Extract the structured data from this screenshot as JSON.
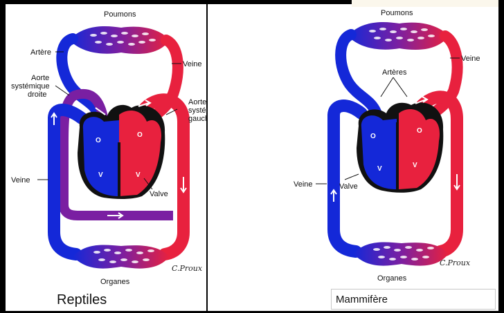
{
  "colors": {
    "oxygenated": "#e8213e",
    "deoxygenated": "#1428d8",
    "mixed": "#7a1fa2",
    "background": "#000000"
  },
  "reptile": {
    "caption": "Reptiles",
    "labels": {
      "lungs": "Poumons",
      "artery": "Artère",
      "right_aorta": [
        "Aorte",
        "systémique",
        "droite"
      ],
      "vein_top": "Veine",
      "left_aorta": [
        "Aorte",
        "systémique",
        "gauche"
      ],
      "vein_left": "Veine",
      "valve": "Valve",
      "organs": "Organes",
      "atrium_left": "O",
      "atrium_right": "O",
      "ventricle_left": "V",
      "ventricle_right": "V"
    },
    "signature": "C.Proux"
  },
  "mammal": {
    "caption": "Mammifère",
    "labels": {
      "lungs": "Poumons",
      "vein_top": "Veine",
      "arteries": "Artères",
      "vein_left": "Veine",
      "valve": "Valve",
      "organs": "Organes",
      "atrium_left": "O",
      "atrium_right": "O",
      "ventricle_left": "V",
      "ventricle_right": "V"
    },
    "signature": "C.Proux"
  }
}
